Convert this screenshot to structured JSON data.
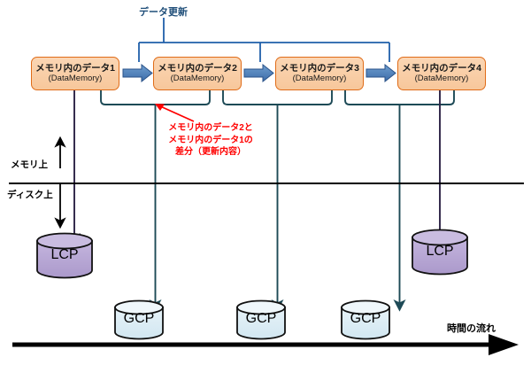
{
  "diagram": {
    "title_label": "データ更新",
    "memory_side_label": "メモリ上",
    "disk_side_label": "ディスク上",
    "time_axis_label": "時間の流れ",
    "memory_boxes": [
      {
        "name": "メモリ内のデータ1",
        "sub": "(DataMemory)"
      },
      {
        "name": "メモリ内のデータ2",
        "sub": "(DataMemory)"
      },
      {
        "name": "メモリ内のデータ3",
        "sub": "(DataMemory)"
      },
      {
        "name": "メモリ内のデータ4",
        "sub": "(DataMemory)"
      }
    ],
    "annotation": {
      "line1": "メモリ内のデータ2と",
      "line2": "メモリ内のデータ1の",
      "line3": "差分（更新内容）"
    },
    "checkpoints": [
      {
        "kind": "LCP",
        "label": "LCP"
      },
      {
        "kind": "GCP",
        "label": "GCP"
      },
      {
        "kind": "GCP",
        "label": "GCP"
      },
      {
        "kind": "GCP",
        "label": "GCP"
      },
      {
        "kind": "LCP",
        "label": "LCP"
      }
    ],
    "colors": {
      "box_fill": "#f8c99e",
      "box_border": "#e06c18",
      "bracket_blue": "#1f5fa9",
      "bracket_teal": "#1d4a56",
      "arrow_blue": "#4a7ebb",
      "lcp_fill": "#b8a8d4",
      "gcp_fill": "#dcecf4",
      "annotation_red": "#ff0000",
      "axis_black": "#000000"
    }
  }
}
